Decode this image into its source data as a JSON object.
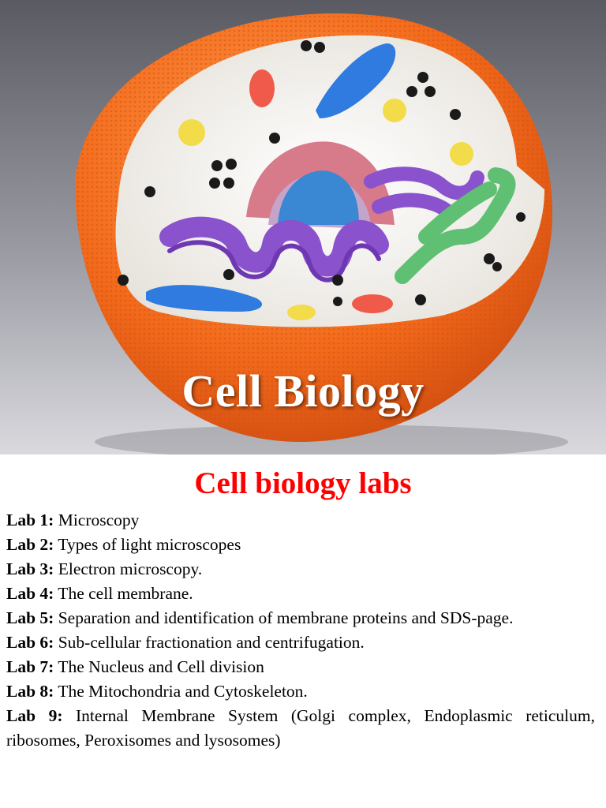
{
  "cover": {
    "title": "Cell Biology",
    "image": "animal-cell-model-icon",
    "colors": {
      "membrane": "#f26a1b",
      "cytoplasm": "#f4f2ee",
      "golgi": "#8a52cc",
      "er": "#5fbf73",
      "nucleus": "#3a87d4",
      "nucleolus_shell": "#d77a8a"
    }
  },
  "labs_section": {
    "title": "Cell biology labs",
    "title_color": "#ff0000",
    "items": [
      {
        "label": "Lab 1:",
        "text": "Microscopy"
      },
      {
        "label": "Lab 2:",
        "text": "Types of light microscopes"
      },
      {
        "label": "Lab 3:",
        "text": "Electron microscopy."
      },
      {
        "label": "Lab 4:",
        "text": "The cell membrane."
      },
      {
        "label": "Lab 5:",
        "text": "Separation and identification of membrane proteins and SDS-page."
      },
      {
        "label": "Lab 6:",
        "text": "Sub-cellular fractionation and centrifugation."
      },
      {
        "label": "Lab 7:",
        "text": "The Nucleus and Cell division"
      },
      {
        "label": "Lab 8:",
        "text": "The Mitochondria and Cytoskeleton."
      },
      {
        "label": "Lab 9:",
        "text": "Internal Membrane System (Golgi complex, Endoplasmic reticulum, ribosomes, Peroxisomes and lysosomes)"
      }
    ]
  }
}
